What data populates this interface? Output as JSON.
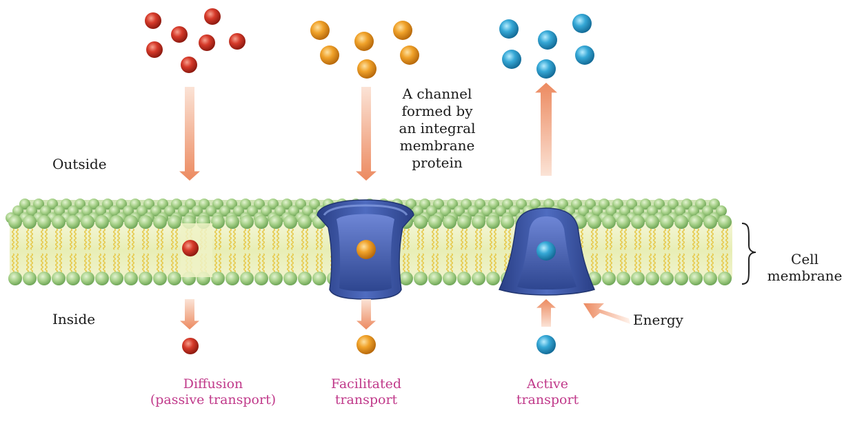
{
  "labels": {
    "outside": "Outside",
    "inside": "Inside",
    "channel_note": [
      "A channel",
      "formed by",
      "an integral",
      "membrane",
      "protein"
    ],
    "cell_membrane": [
      "Cell",
      "membrane"
    ],
    "energy": "Energy"
  },
  "captions": {
    "diffusion": [
      "Diffusion",
      "(passive transport)"
    ],
    "facilitated": [
      "Facilitated",
      "transport"
    ],
    "active": [
      "Active",
      "transport"
    ]
  },
  "colors": {
    "diffusion_molecule": "#d63a2a",
    "facilitated_molecule": "#f0a22a",
    "active_molecule": "#36a8d6",
    "arrow": "#f0a07a",
    "protein": "#3a58a8",
    "lipid_head": "#a4cf86",
    "lipid_tail": "#e6c84a",
    "membrane_core": "#eef2c6",
    "caption": "#c0398a"
  },
  "icons": {
    "molecule": "sphere-icon",
    "arrow": "arrow-icon",
    "protein": "channel-protein-icon"
  }
}
